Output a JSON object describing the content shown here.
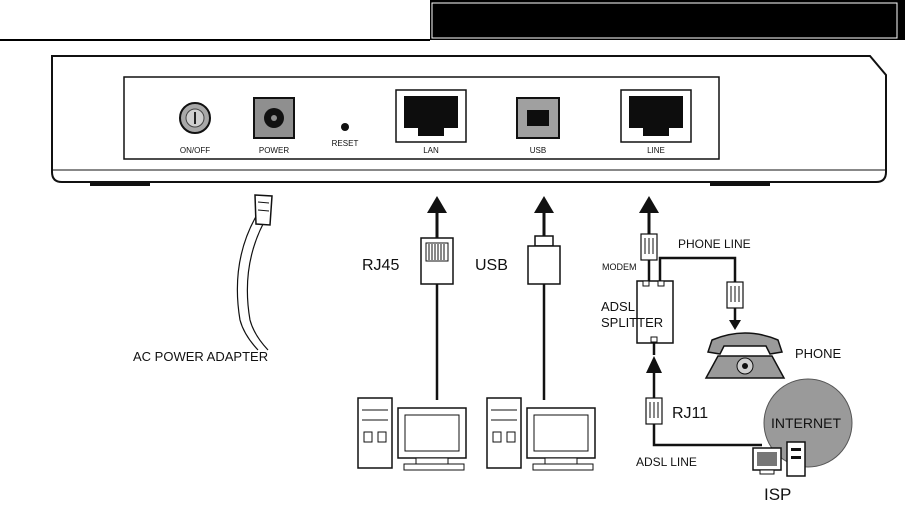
{
  "device_ports": {
    "on_off": "ON/OFF",
    "power": "POWER",
    "reset": "RESET",
    "lan": "LAN",
    "usb": "USB",
    "line": "LINE"
  },
  "labels": {
    "ac_power_adapter": "AC POWER ADAPTER",
    "rj45": "RJ45",
    "usb": "USB",
    "modem": "MODEM",
    "phone_line": "PHONE LINE",
    "adsl_splitter_line1": "ADSL",
    "adsl_splitter_line2": "SPLITTER",
    "phone": "PHONE",
    "rj11": "RJ11",
    "internet": "INTERNET",
    "adsl_line": "ADSL LINE",
    "isp": "ISP"
  },
  "colors": {
    "line": "#111111",
    "device_body": "#ffffff",
    "port_dark": "#0d0d0d",
    "gray_fill": "#9a9a9a",
    "light_gray": "#cfcfcf"
  }
}
